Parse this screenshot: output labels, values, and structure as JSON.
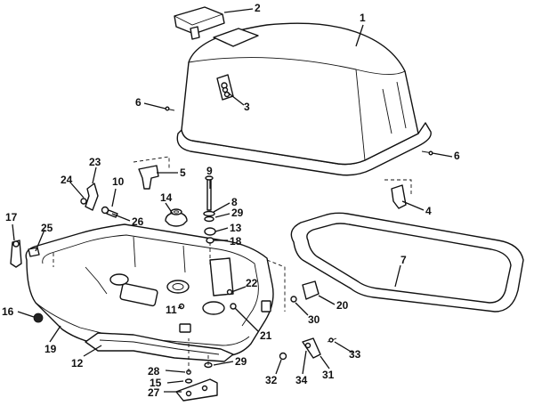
{
  "callouts": [
    {
      "id": "1",
      "label": "1"
    },
    {
      "id": "2",
      "label": "2"
    },
    {
      "id": "3",
      "label": "3"
    },
    {
      "id": "4",
      "label": "4"
    },
    {
      "id": "5",
      "label": "5"
    },
    {
      "id": "6a",
      "label": "6"
    },
    {
      "id": "6b",
      "label": "6"
    },
    {
      "id": "7",
      "label": "7"
    },
    {
      "id": "8",
      "label": "8"
    },
    {
      "id": "9",
      "label": "9"
    },
    {
      "id": "10",
      "label": "10"
    },
    {
      "id": "11",
      "label": "11"
    },
    {
      "id": "12",
      "label": "12"
    },
    {
      "id": "13",
      "label": "13"
    },
    {
      "id": "14",
      "label": "14"
    },
    {
      "id": "15",
      "label": "15"
    },
    {
      "id": "16",
      "label": "16"
    },
    {
      "id": "17",
      "label": "17"
    },
    {
      "id": "18",
      "label": "18"
    },
    {
      "id": "19",
      "label": "19"
    },
    {
      "id": "20",
      "label": "20"
    },
    {
      "id": "21",
      "label": "21"
    },
    {
      "id": "22",
      "label": "22"
    },
    {
      "id": "23",
      "label": "23"
    },
    {
      "id": "24",
      "label": "24"
    },
    {
      "id": "25",
      "label": "25"
    },
    {
      "id": "26",
      "label": "26"
    },
    {
      "id": "27",
      "label": "27"
    },
    {
      "id": "28",
      "label": "28"
    },
    {
      "id": "29a",
      "label": "29"
    },
    {
      "id": "29b",
      "label": "29"
    },
    {
      "id": "30",
      "label": "30"
    },
    {
      "id": "31",
      "label": "31"
    },
    {
      "id": "32",
      "label": "32"
    },
    {
      "id": "33",
      "label": "33"
    },
    {
      "id": "34",
      "label": "34"
    }
  ]
}
